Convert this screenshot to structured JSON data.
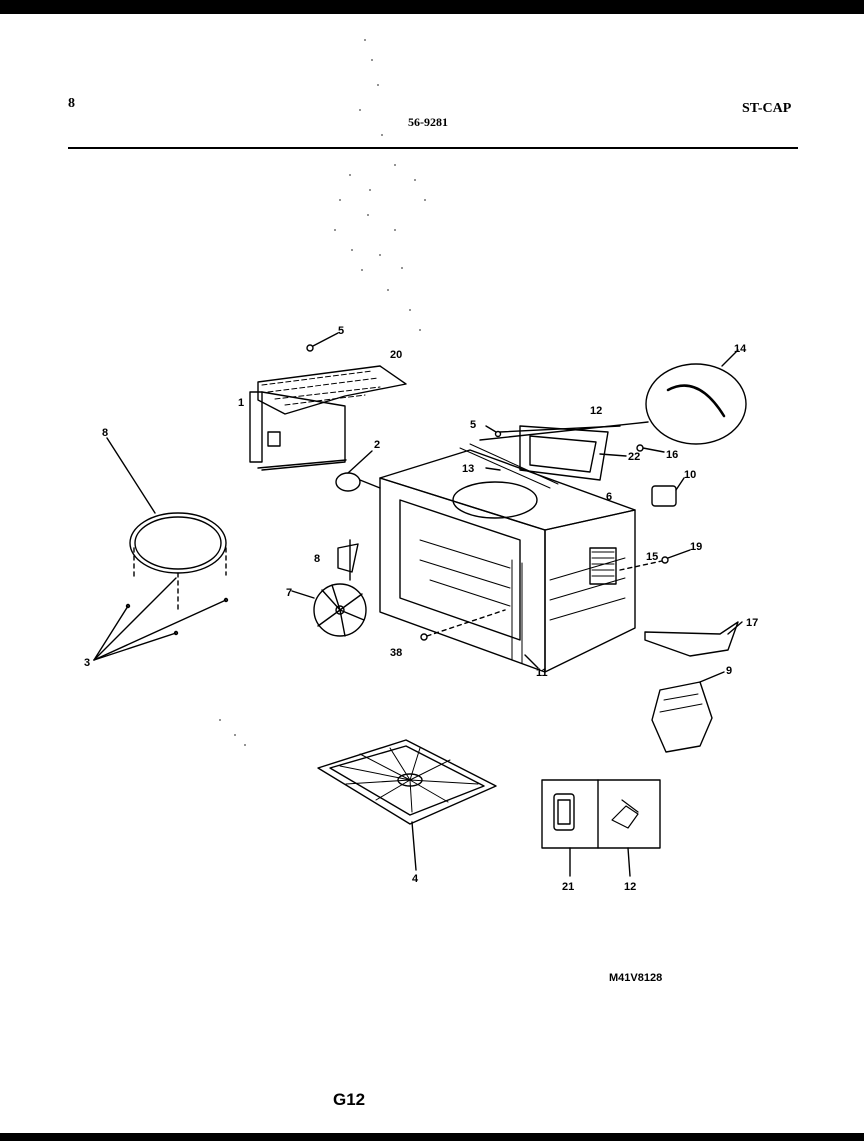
{
  "header": {
    "page_number": "8",
    "part_code": "56-9281",
    "section_code": "ST-CAP"
  },
  "callouts": {
    "c1": "1",
    "c2": "2",
    "c3": "3",
    "c4": "4",
    "c5a": "5",
    "c5b": "5",
    "c6": "6",
    "c7": "7",
    "c8a": "8",
    "c8b": "8",
    "c9": "9",
    "c10": "10",
    "c11": "11",
    "c12a": "12",
    "c12b": "12",
    "c13": "13",
    "c14": "14",
    "c15": "15",
    "c16": "16",
    "c17": "17",
    "c19": "19",
    "c20": "20",
    "c21": "21",
    "c22": "22",
    "c38": "38"
  },
  "footer": {
    "model_code": "M41V8128",
    "figure_code": "G12"
  }
}
